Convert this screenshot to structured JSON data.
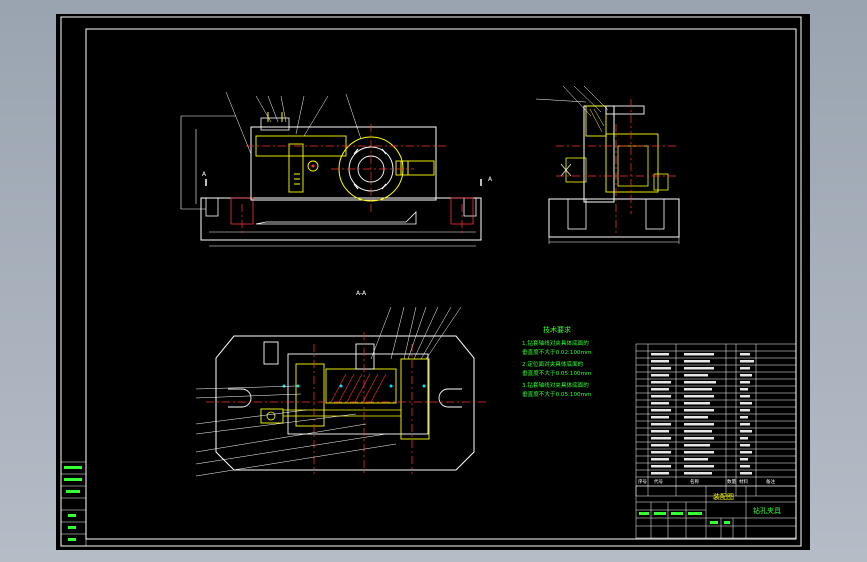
{
  "drawing_title_center": "A-A",
  "section_marker_left": "A",
  "section_marker_right": "A",
  "tech_requirements": {
    "heading": "技术要求",
    "lines": [
      "1.钻套轴线对夹具体底面的",
      "  垂直度不大于0.02:100mm",
      "2.定位面对夹具体底面的",
      "  垂直度不大于0.05:100mm",
      "3.钻套轴线对夹具体底面的",
      "  垂直度不大于0.05:100mm"
    ]
  },
  "title_block": {
    "assembly_label": "装配图",
    "drawing_name": "钻孔夹具"
  },
  "bom_header": [
    "序号",
    "代号",
    "名称",
    "数量",
    "材料",
    "备注"
  ],
  "colors": {
    "background": "#000000",
    "frame": "#ffffff",
    "outline": "#ffffff",
    "green": "#33ff33",
    "yellow": "#ffff00",
    "red": "#ff3333",
    "cyan": "#00e5ff",
    "magenta": "#ff33ff"
  }
}
